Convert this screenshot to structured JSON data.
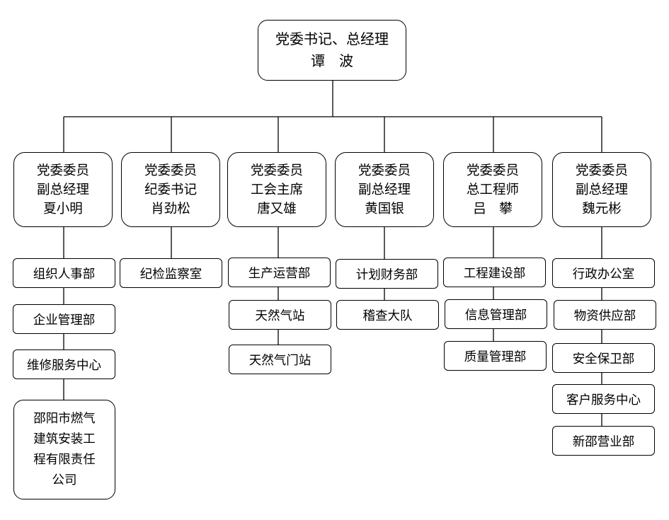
{
  "top": {
    "line1": "党委书记、总经理",
    "line2": "谭　波"
  },
  "leaders": [
    {
      "line1": "党委委员",
      "line2": "副总经理",
      "line3": "夏小明",
      "departments": [
        "组织人事部",
        "企业管理部",
        "维修服务中心",
        "邵阳市燃气建筑安装工程有限责任公司"
      ]
    },
    {
      "line1": "党委委员",
      "line2": "纪委书记",
      "line3": "肖劲松",
      "departments": [
        "纪检监察室"
      ]
    },
    {
      "line1": "党委委员",
      "line2": "工会主席",
      "line3": "唐又雄",
      "departments": [
        "生产运营部",
        "天然气站",
        "天然气门站"
      ]
    },
    {
      "line1": "党委委员",
      "line2": "副总经理",
      "line3": "黄国银",
      "departments": [
        "计划财务部",
        "稽查大队"
      ]
    },
    {
      "line1": "党委委员",
      "line2": "总工程师",
      "line3": "吕　攀",
      "departments": [
        "工程建设部",
        "信息管理部",
        "质量管理部"
      ]
    },
    {
      "line1": "党委委员",
      "line2": "副总经理",
      "line3": "魏元彬",
      "departments": [
        "行政办公室",
        "物资供应部",
        "安全保卫部",
        "客户服务中心",
        "新邵营业部"
      ]
    }
  ],
  "big_department_lines": [
    "邵阳市燃气",
    "建筑安装工",
    "程有限责任",
    "公司"
  ]
}
